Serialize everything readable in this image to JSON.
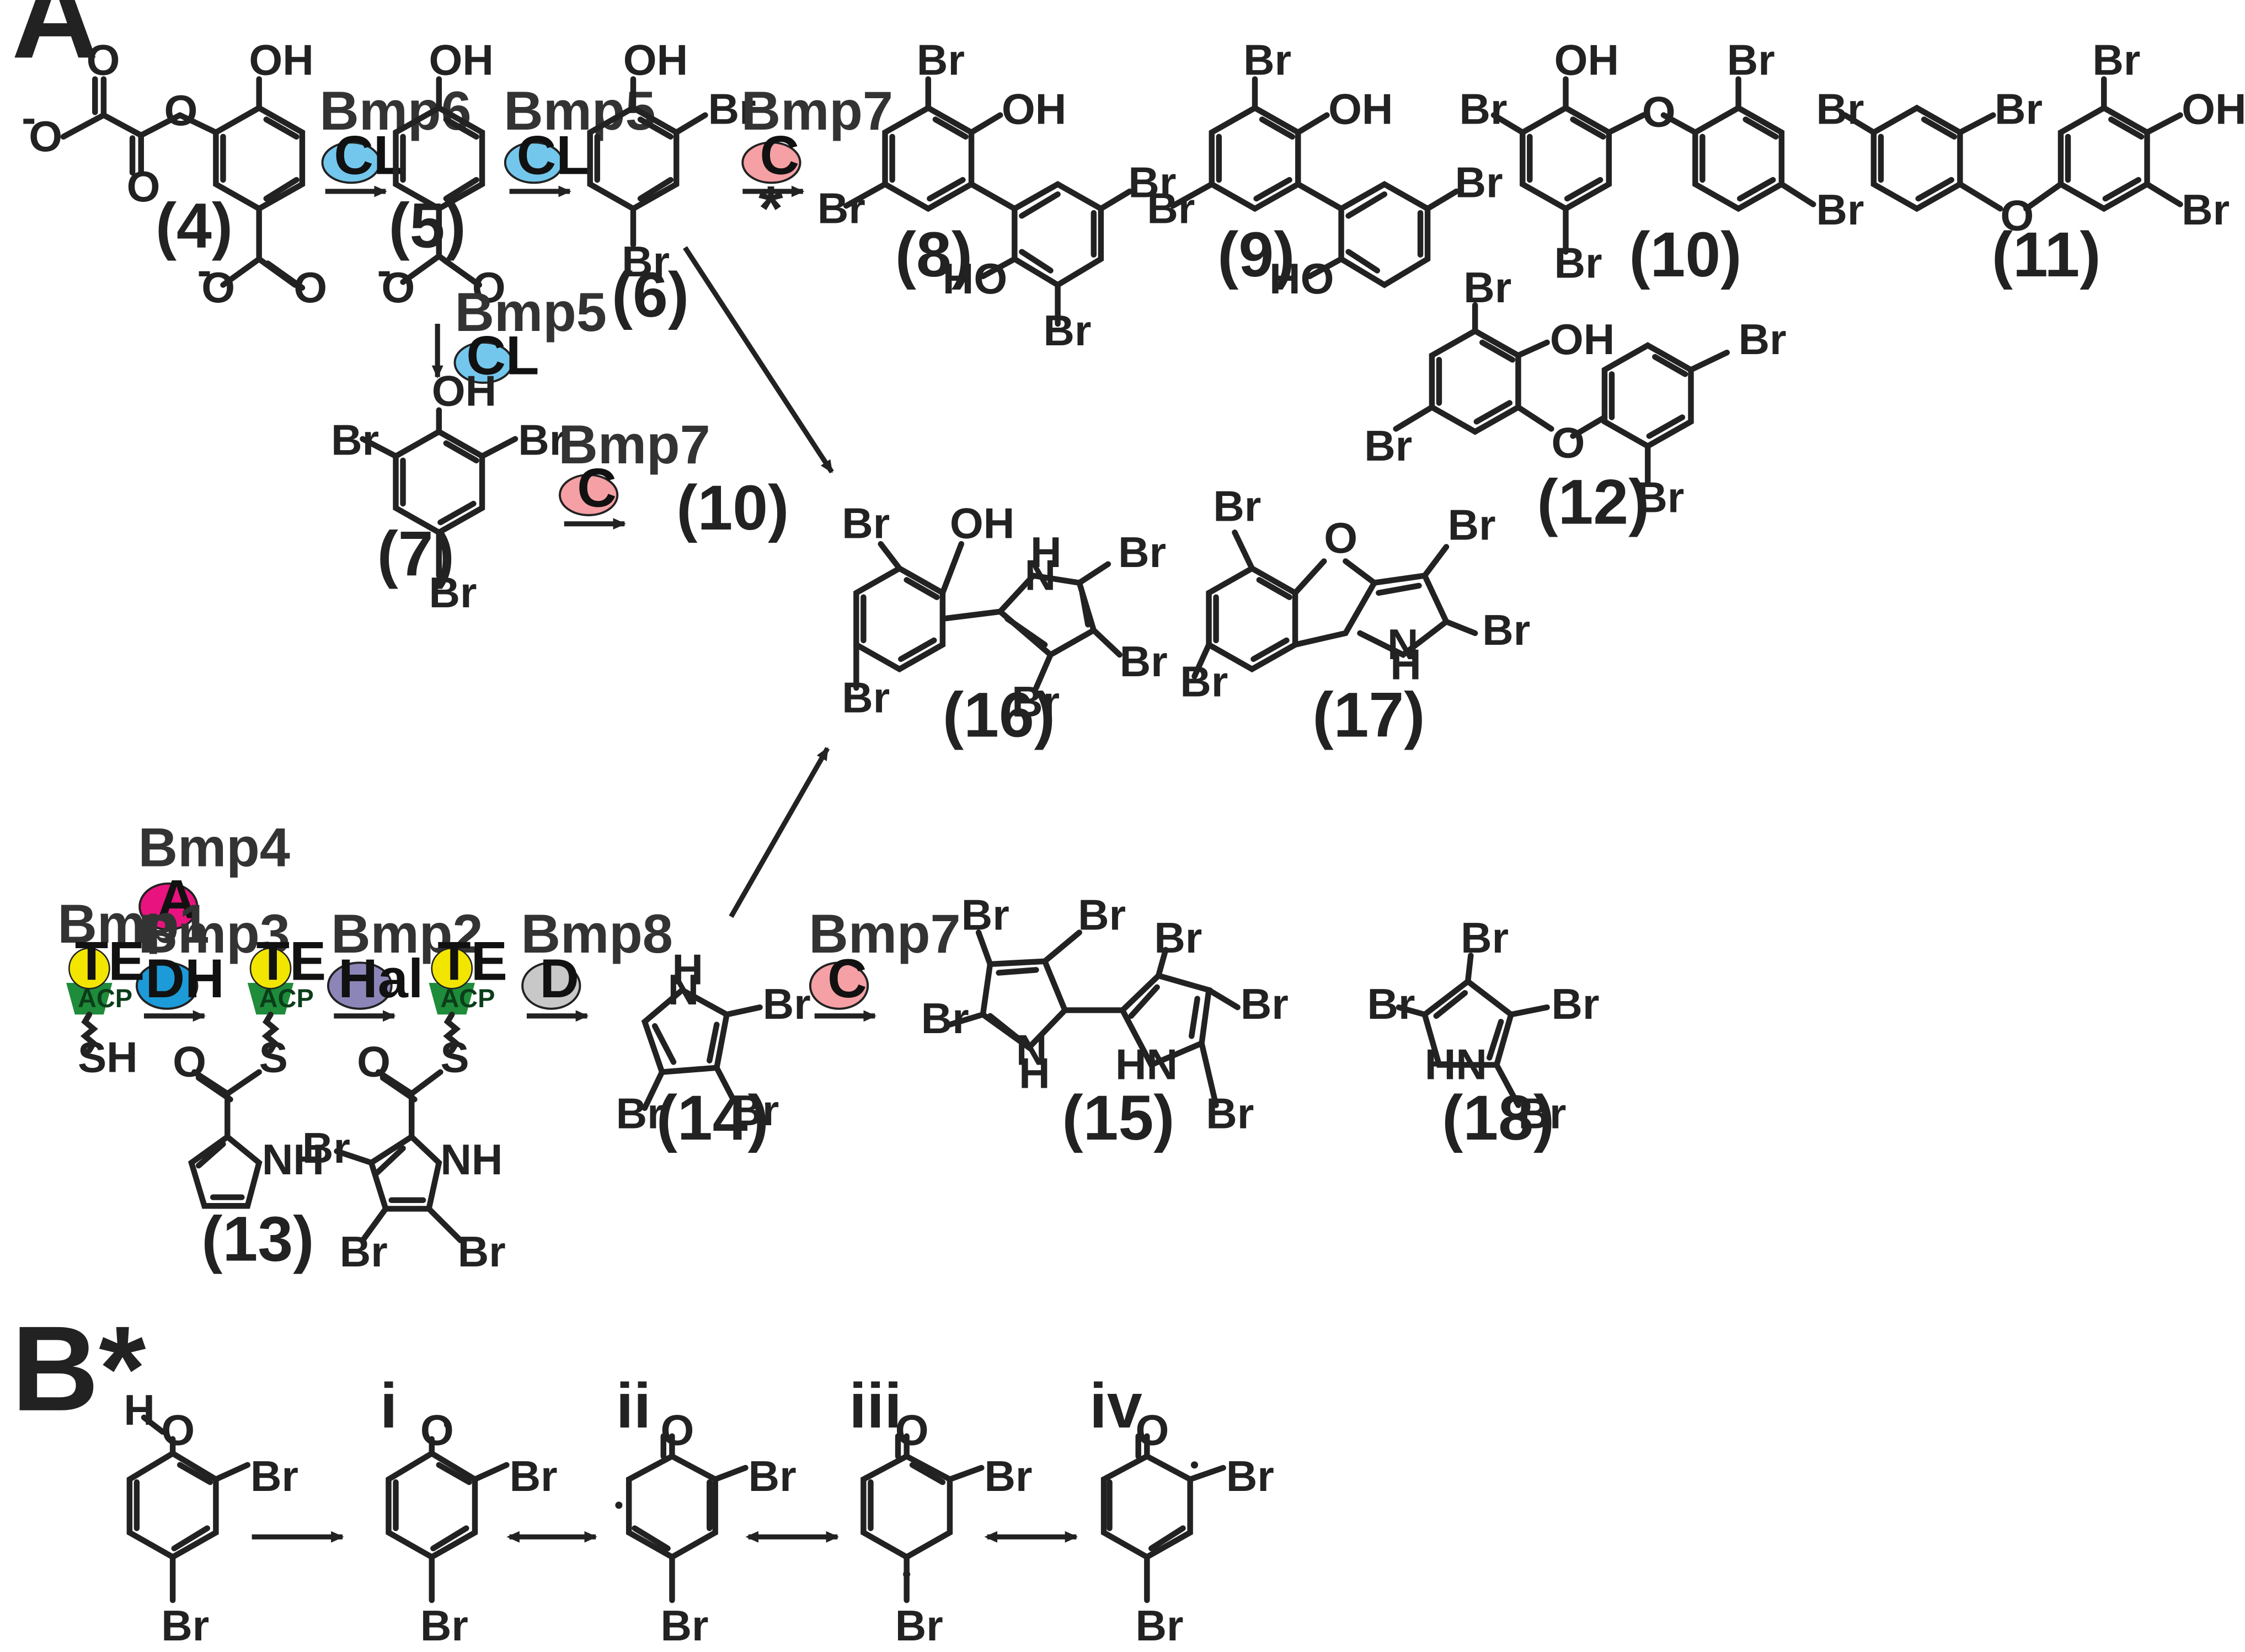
{
  "panels": {
    "a": "A",
    "b": "B*"
  },
  "compounds": {
    "c4": "(4)",
    "c5": "(5)",
    "c6": "(6)",
    "c7": "(7)",
    "c8": "(8)",
    "c9": "(9)",
    "c10": "(10)",
    "c10b": "(10)",
    "c11": "(11)",
    "c12": "(12)",
    "c13": "(13)",
    "c14": "(14)",
    "c15": "(15)",
    "c16": "(16)",
    "c17": "(17)",
    "c18": "(18)"
  },
  "enzymes": {
    "bmp6": "Bmp6",
    "bmp5a": "Bmp5",
    "bmp5b": "Bmp5",
    "bmp7a": "Bmp7",
    "bmp7b": "Bmp7",
    "bmp7c": "Bmp7",
    "bmp4": "Bmp4",
    "bmp3": "Bmp3",
    "bmp1": "Bmp1",
    "bmp2": "Bmp2",
    "bmp8": "Bmp8"
  },
  "domains": {
    "cl": "CL",
    "c": "C",
    "a": "A",
    "dh": "DH",
    "te": "TE",
    "acp": "ACP",
    "hal": "Hal",
    "d": "D"
  },
  "atoms": {
    "oh": "OH",
    "ho": "HO",
    "br": "Br",
    "o": "O",
    "h": "H",
    "nh": "NH",
    "hn": "HN",
    "n": "N",
    "s": "S",
    "sh": "SH",
    "omin": "O",
    "ominus": "-"
  },
  "markers": {
    "star": "*"
  },
  "resonance_labels": {
    "i": "i",
    "ii": "ii",
    "iii": "iii",
    "iv": "iv"
  },
  "colors": {
    "cl": "#74c7ec",
    "c": "#f5a0a4",
    "a": "#e8137e",
    "dh": "#1d9ad8",
    "te": "#f2e600",
    "acp": "#1e8c3a",
    "hal": "#8c86b8",
    "d": "#c8c8c8"
  }
}
